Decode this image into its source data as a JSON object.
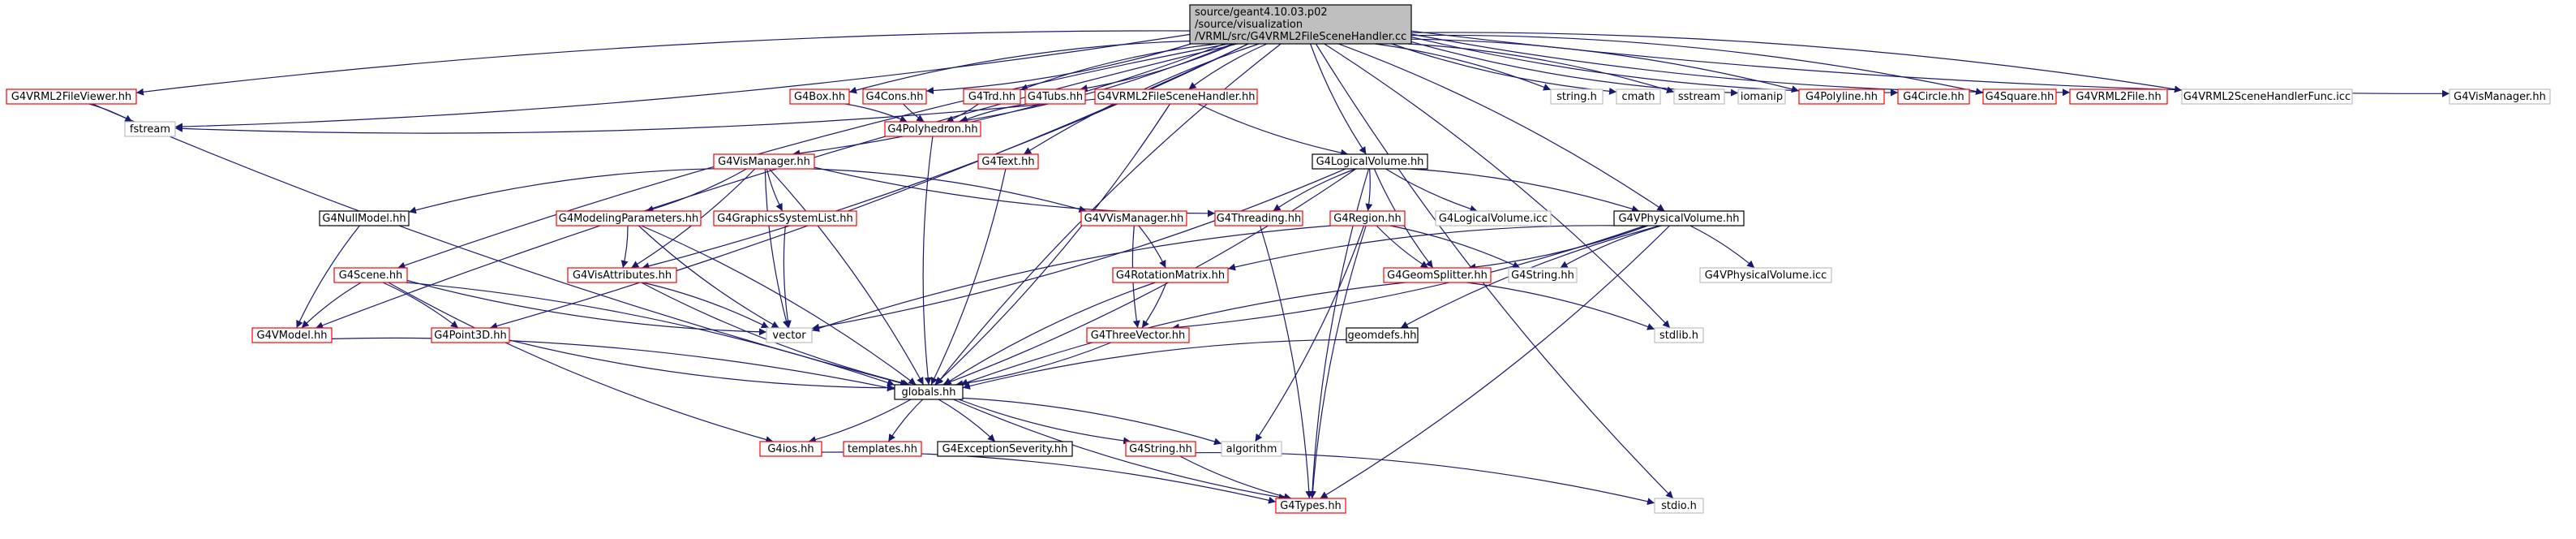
{
  "colors": {
    "edge": "#191970",
    "root_fill": "#bfbfbf",
    "root_border": "#000000",
    "linked_border": "#ff0000",
    "plain_border": "#000000",
    "external_border": "#bfbfbf",
    "background": "#ffffff"
  },
  "nodes": [
    {
      "id": "root",
      "lines": [
        "source/geant4.10.03.p02",
        "/source/visualization",
        "/VRML/src/G4VRML2FileSceneHandler.cc"
      ],
      "kind": "root"
    },
    {
      "id": "G4VRML2FileViewer.hh",
      "lines": [
        "G4VRML2FileViewer.hh"
      ],
      "kind": "linked"
    },
    {
      "id": "fstream",
      "lines": [
        "fstream"
      ],
      "kind": "external"
    },
    {
      "id": "G4Box.hh",
      "lines": [
        "G4Box.hh"
      ],
      "kind": "linked"
    },
    {
      "id": "G4Cons.hh",
      "lines": [
        "G4Cons.hh"
      ],
      "kind": "linked"
    },
    {
      "id": "G4Trd.hh",
      "lines": [
        "G4Trd.hh"
      ],
      "kind": "linked"
    },
    {
      "id": "G4Tubs.hh",
      "lines": [
        "G4Tubs.hh"
      ],
      "kind": "linked"
    },
    {
      "id": "G4VRML2FileSceneHandler.hh",
      "lines": [
        "G4VRML2FileSceneHandler.hh"
      ],
      "kind": "linked"
    },
    {
      "id": "string.h",
      "lines": [
        "string.h"
      ],
      "kind": "external"
    },
    {
      "id": "cmath",
      "lines": [
        "cmath"
      ],
      "kind": "external"
    },
    {
      "id": "sstream",
      "lines": [
        "sstream"
      ],
      "kind": "external"
    },
    {
      "id": "iomanip",
      "lines": [
        "iomanip"
      ],
      "kind": "external"
    },
    {
      "id": "G4Polyline.hh",
      "lines": [
        "G4Polyline.hh"
      ],
      "kind": "linked"
    },
    {
      "id": "G4Circle.hh",
      "lines": [
        "G4Circle.hh"
      ],
      "kind": "linked"
    },
    {
      "id": "G4Square.hh",
      "lines": [
        "G4Square.hh"
      ],
      "kind": "linked"
    },
    {
      "id": "G4VRML2File.hh",
      "lines": [
        "G4VRML2File.hh"
      ],
      "kind": "linked"
    },
    {
      "id": "G4VRML2SceneHandlerFunc.icc",
      "lines": [
        "G4VRML2SceneHandlerFunc.icc"
      ],
      "kind": "external"
    },
    {
      "id": "G4VisManager.hh",
      "lines": [
        "G4VisManager.hh"
      ],
      "kind": "external"
    },
    {
      "id": "G4Polyhedron.hh",
      "lines": [
        "G4Polyhedron.hh"
      ],
      "kind": "linked"
    },
    {
      "id": "G4Text.hh",
      "lines": [
        "G4Text.hh"
      ],
      "kind": "linked"
    },
    {
      "id": "G4VisManager.hh_2",
      "lines": [
        "G4VisManager.hh"
      ],
      "kind": "linked"
    },
    {
      "id": "G4LogicalVolume.hh",
      "lines": [
        "G4LogicalVolume.hh"
      ],
      "kind": "plain"
    },
    {
      "id": "G4NullModel.hh",
      "lines": [
        "G4NullModel.hh"
      ],
      "kind": "plain"
    },
    {
      "id": "G4ModelingParameters.hh",
      "lines": [
        "G4ModelingParameters.hh"
      ],
      "kind": "linked"
    },
    {
      "id": "G4GraphicsSystemList.hh",
      "lines": [
        "G4GraphicsSystemList.hh"
      ],
      "kind": "linked"
    },
    {
      "id": "G4VVisManager.hh",
      "lines": [
        "G4VVisManager.hh"
      ],
      "kind": "linked"
    },
    {
      "id": "G4Threading.hh",
      "lines": [
        "G4Threading.hh"
      ],
      "kind": "linked"
    },
    {
      "id": "G4Region.hh",
      "lines": [
        "G4Region.hh"
      ],
      "kind": "linked"
    },
    {
      "id": "G4LogicalVolume.icc",
      "lines": [
        "G4LogicalVolume.icc"
      ],
      "kind": "external"
    },
    {
      "id": "G4VPhysicalVolume.hh",
      "lines": [
        "G4VPhysicalVolume.hh"
      ],
      "kind": "plain"
    },
    {
      "id": "G4Scene.hh",
      "lines": [
        "G4Scene.hh"
      ],
      "kind": "linked"
    },
    {
      "id": "G4VisAttributes.hh",
      "lines": [
        "G4VisAttributes.hh"
      ],
      "kind": "linked"
    },
    {
      "id": "G4RotationMatrix.hh",
      "lines": [
        "G4RotationMatrix.hh"
      ],
      "kind": "linked"
    },
    {
      "id": "G4GeomSplitter.hh",
      "lines": [
        "G4GeomSplitter.hh"
      ],
      "kind": "linked"
    },
    {
      "id": "G4String.hh",
      "lines": [
        "G4String.hh"
      ],
      "kind": "external"
    },
    {
      "id": "G4VPhysicalVolume.icc",
      "lines": [
        "G4VPhysicalVolume.icc"
      ],
      "kind": "external"
    },
    {
      "id": "G4VModel.hh",
      "lines": [
        "G4VModel.hh"
      ],
      "kind": "linked"
    },
    {
      "id": "G4Point3D.hh",
      "lines": [
        "G4Point3D.hh"
      ],
      "kind": "linked"
    },
    {
      "id": "vector",
      "lines": [
        "vector"
      ],
      "kind": "external"
    },
    {
      "id": "G4ThreeVector.hh",
      "lines": [
        "G4ThreeVector.hh"
      ],
      "kind": "linked"
    },
    {
      "id": "geomdefs.hh",
      "lines": [
        "geomdefs.hh"
      ],
      "kind": "plain"
    },
    {
      "id": "stdlib.h",
      "lines": [
        "stdlib.h"
      ],
      "kind": "external"
    },
    {
      "id": "globals.hh",
      "lines": [
        "globals.hh"
      ],
      "kind": "plain"
    },
    {
      "id": "G4ios.hh",
      "lines": [
        "G4ios.hh"
      ],
      "kind": "linked"
    },
    {
      "id": "templates.hh",
      "lines": [
        "templates.hh"
      ],
      "kind": "linked"
    },
    {
      "id": "G4ExceptionSeverity.hh",
      "lines": [
        "G4ExceptionSeverity.hh"
      ],
      "kind": "plain"
    },
    {
      "id": "G4String.hh_2",
      "lines": [
        "G4String.hh"
      ],
      "kind": "linked"
    },
    {
      "id": "algorithm",
      "lines": [
        "algorithm"
      ],
      "kind": "external"
    },
    {
      "id": "G4Types.hh",
      "lines": [
        "G4Types.hh"
      ],
      "kind": "linked"
    },
    {
      "id": "stdio.h",
      "lines": [
        "stdio.h"
      ],
      "kind": "external"
    }
  ],
  "edges": [
    [
      "root",
      "G4VRML2FileViewer.hh"
    ],
    [
      "root",
      "fstream"
    ],
    [
      "root",
      "G4Box.hh"
    ],
    [
      "root",
      "G4Cons.hh"
    ],
    [
      "root",
      "G4Trd.hh"
    ],
    [
      "root",
      "G4Tubs.hh"
    ],
    [
      "root",
      "G4VRML2FileSceneHandler.hh"
    ],
    [
      "root",
      "string.h"
    ],
    [
      "root",
      "cmath"
    ],
    [
      "root",
      "sstream"
    ],
    [
      "root",
      "iomanip"
    ],
    [
      "root",
      "G4Polyline.hh"
    ],
    [
      "root",
      "G4Circle.hh"
    ],
    [
      "root",
      "G4Square.hh"
    ],
    [
      "root",
      "G4VRML2File.hh"
    ],
    [
      "root",
      "G4VRML2SceneHandlerFunc.icc"
    ],
    [
      "root",
      "G4VisManager.hh"
    ],
    [
      "root",
      "G4Polyhedron.hh"
    ],
    [
      "root",
      "G4Text.hh"
    ],
    [
      "root",
      "G4VisManager.hh_2"
    ],
    [
      "root",
      "G4LogicalVolume.hh"
    ],
    [
      "root",
      "G4VPhysicalVolume.hh"
    ],
    [
      "root",
      "G4Scene.hh"
    ],
    [
      "root",
      "G4VisAttributes.hh"
    ],
    [
      "root",
      "G4VModel.hh"
    ],
    [
      "root",
      "G4Point3D.hh"
    ],
    [
      "root",
      "globals.hh"
    ],
    [
      "root",
      "stdlib.h"
    ],
    [
      "root",
      "stdio.h"
    ],
    [
      "G4VRML2FileViewer.hh",
      "fstream"
    ],
    [
      "G4VRML2FileViewer.hh",
      "globals.hh"
    ],
    [
      "G4Box.hh",
      "G4Polyhedron.hh"
    ],
    [
      "G4Cons.hh",
      "G4Polyhedron.hh"
    ],
    [
      "G4Trd.hh",
      "G4Polyhedron.hh"
    ],
    [
      "G4Tubs.hh",
      "G4Polyhedron.hh"
    ],
    [
      "G4VRML2FileSceneHandler.hh",
      "fstream"
    ],
    [
      "G4VRML2FileSceneHandler.hh",
      "G4LogicalVolume.hh"
    ],
    [
      "G4VRML2FileSceneHandler.hh",
      "globals.hh"
    ],
    [
      "G4Polyhedron.hh",
      "globals.hh"
    ],
    [
      "G4Text.hh",
      "globals.hh"
    ],
    [
      "G4VisManager.hh_2",
      "G4NullModel.hh"
    ],
    [
      "G4VisManager.hh_2",
      "G4ModelingParameters.hh"
    ],
    [
      "G4VisManager.hh_2",
      "G4GraphicsSystemList.hh"
    ],
    [
      "G4VisManager.hh_2",
      "G4VVisManager.hh"
    ],
    [
      "G4VisManager.hh_2",
      "G4Threading.hh"
    ],
    [
      "G4VisManager.hh_2",
      "G4VisAttributes.hh"
    ],
    [
      "G4VisManager.hh_2",
      "vector"
    ],
    [
      "G4VisManager.hh_2",
      "globals.hh"
    ],
    [
      "G4LogicalVolume.hh",
      "G4Threading.hh"
    ],
    [
      "G4LogicalVolume.hh",
      "G4Region.hh"
    ],
    [
      "G4LogicalVolume.hh",
      "G4LogicalVolume.icc"
    ],
    [
      "G4LogicalVolume.hh",
      "G4VPhysicalVolume.hh"
    ],
    [
      "G4LogicalVolume.hh",
      "G4GeomSplitter.hh"
    ],
    [
      "G4LogicalVolume.hh",
      "vector"
    ],
    [
      "G4LogicalVolume.hh",
      "G4Types.hh"
    ],
    [
      "G4LogicalVolume.hh",
      "globals.hh"
    ],
    [
      "G4NullModel.hh",
      "G4VModel.hh"
    ],
    [
      "G4ModelingParameters.hh",
      "G4VisAttributes.hh"
    ],
    [
      "G4ModelingParameters.hh",
      "vector"
    ],
    [
      "G4ModelingParameters.hh",
      "globals.hh"
    ],
    [
      "G4GraphicsSystemList.hh",
      "vector"
    ],
    [
      "G4VVisManager.hh",
      "G4RotationMatrix.hh"
    ],
    [
      "G4VVisManager.hh",
      "G4ThreeVector.hh"
    ],
    [
      "G4Threading.hh",
      "G4Types.hh"
    ],
    [
      "G4Region.hh",
      "G4GeomSplitter.hh"
    ],
    [
      "G4Region.hh",
      "G4String.hh"
    ],
    [
      "G4Region.hh",
      "vector"
    ],
    [
      "G4Region.hh",
      "algorithm"
    ],
    [
      "G4Region.hh",
      "G4Types.hh"
    ],
    [
      "G4VPhysicalVolume.hh",
      "G4GeomSplitter.hh"
    ],
    [
      "G4VPhysicalVolume.hh",
      "G4String.hh"
    ],
    [
      "G4VPhysicalVolume.hh",
      "G4VPhysicalVolume.icc"
    ],
    [
      "G4VPhysicalVolume.hh",
      "G4RotationMatrix.hh"
    ],
    [
      "G4VPhysicalVolume.hh",
      "G4ThreeVector.hh"
    ],
    [
      "G4VPhysicalVolume.hh",
      "geomdefs.hh"
    ],
    [
      "G4VPhysicalVolume.hh",
      "G4Types.hh"
    ],
    [
      "G4Scene.hh",
      "G4VModel.hh"
    ],
    [
      "G4Scene.hh",
      "G4Point3D.hh"
    ],
    [
      "G4Scene.hh",
      "vector"
    ],
    [
      "G4Scene.hh",
      "globals.hh"
    ],
    [
      "G4Scene.hh",
      "G4ios.hh"
    ],
    [
      "G4VisAttributes.hh",
      "vector"
    ],
    [
      "G4VisAttributes.hh",
      "globals.hh"
    ],
    [
      "G4RotationMatrix.hh",
      "G4ThreeVector.hh"
    ],
    [
      "G4RotationMatrix.hh",
      "globals.hh"
    ],
    [
      "G4GeomSplitter.hh",
      "stdlib.h"
    ],
    [
      "G4GeomSplitter.hh",
      "globals.hh"
    ],
    [
      "G4VModel.hh",
      "globals.hh"
    ],
    [
      "G4Point3D.hh",
      "globals.hh"
    ],
    [
      "G4ThreeVector.hh",
      "globals.hh"
    ],
    [
      "geomdefs.hh",
      "globals.hh"
    ],
    [
      "globals.hh",
      "G4ios.hh"
    ],
    [
      "globals.hh",
      "templates.hh"
    ],
    [
      "globals.hh",
      "G4ExceptionSeverity.hh"
    ],
    [
      "globals.hh",
      "G4String.hh_2"
    ],
    [
      "globals.hh",
      "algorithm"
    ],
    [
      "globals.hh",
      "G4Types.hh"
    ],
    [
      "G4ios.hh",
      "G4Types.hh"
    ],
    [
      "G4String.hh_2",
      "G4Types.hh"
    ],
    [
      "G4String.hh_2",
      "stdio.h"
    ]
  ]
}
